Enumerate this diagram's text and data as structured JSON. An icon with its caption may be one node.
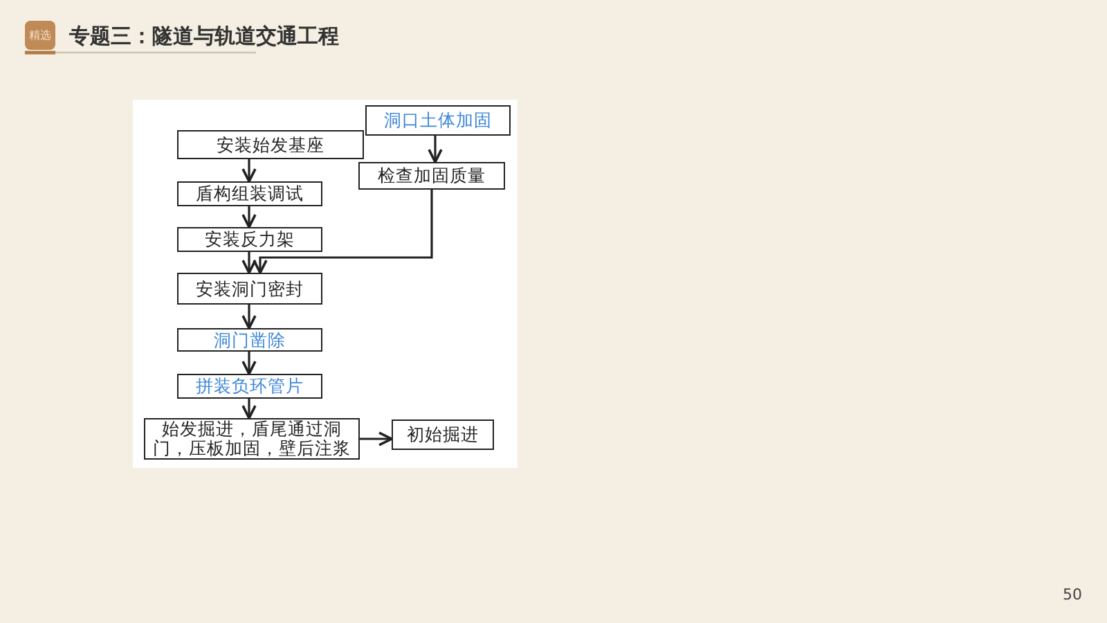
{
  "diagram": {
    "title": "专题三：隧道与轨道交通工程",
    "nodes": [
      {
        "text": [
          "安装始发基座"
        ]
      },
      {
        "text": [
          "盾构组装调试"
        ]
      },
      {
        "text": [
          "安装反力架"
        ]
      },
      {
        "text": [
          "安装洞门密封"
        ]
      },
      {
        "text": [
          "洞门凿除"
        ]
      },
      {
        "text": [
          "拼装负环管片"
        ]
      },
      {
        "text": [
          "始发掘进，盾尾通过洞门，压板加固，壁后注浆"
        ]
      },
      {
        "text": [
          "初始掘进"
        ]
      },
      {
        "text": [
          "洞口土体加固"
        ]
      },
      {
        "text": [
          "检查加固质量"
        ]
      }
    ],
    "edges": [
      {
        "from": 0,
        "to": 1,
        "arrow": "to"
      },
      {
        "from": 1,
        "to": 2,
        "arrow": "to"
      },
      {
        "from": 2,
        "to": 3,
        "arrow": "to"
      },
      {
        "from": 3,
        "to": 4,
        "arrow": "to"
      },
      {
        "from": 4,
        "to": 5,
        "arrow": "to"
      },
      {
        "from": 5,
        "to": 6,
        "arrow": "to"
      },
      {
        "from": 6,
        "to": 7,
        "arrow": "to"
      },
      {
        "from": 8,
        "to": 9,
        "arrow": "to"
      },
      {
        "from": 9,
        "to": 3,
        "arrow": "to"
      }
    ],
    "labels": [
      "精选",
      "50"
    ]
  }
}
